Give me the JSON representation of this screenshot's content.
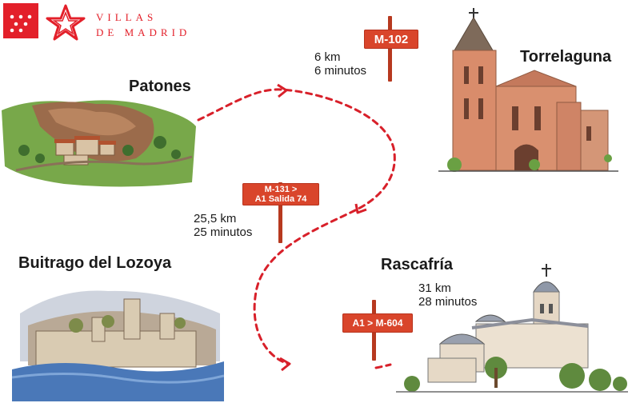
{
  "logo": {
    "line1": "VILLAS",
    "line2": "DE MADRID",
    "colors": {
      "brand_red": "#e3202a"
    }
  },
  "places": {
    "patones": "Patones",
    "torrelaguna": "Torrelaguna",
    "buitrago": "Buitrago del Lozoya",
    "rascafria": "Rascafría"
  },
  "routes": {
    "patones_torrelaguna": {
      "road": "M-102",
      "distance": "6 km",
      "time": "6 minutos"
    },
    "torrelaguna_buitrago": {
      "road": "M-131 >",
      "road_line2": "A1 Salida 74",
      "distance": "25,5 km",
      "time": "25 minutos"
    },
    "buitrago_rascafria": {
      "road": "A1 > M-604",
      "distance": "31 km",
      "time": "28 minutos"
    }
  },
  "colors": {
    "route_dash": "#d8202a",
    "sign": "#d9452b",
    "post": "#b7391f"
  }
}
